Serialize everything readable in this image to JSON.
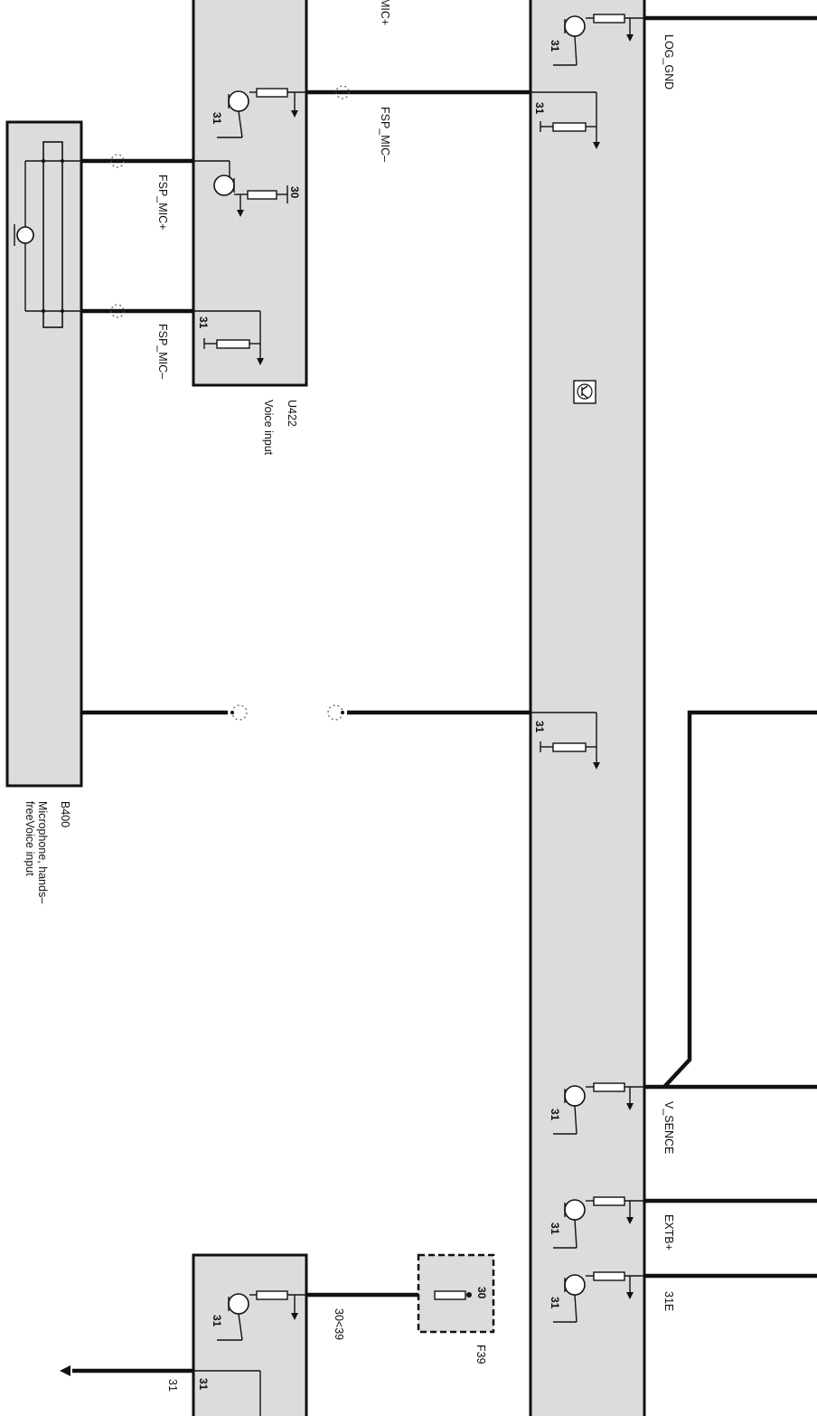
{
  "diagram": {
    "modules": {
      "b400": {
        "id": "B400",
        "name": "Microphone, hands–freeVoice input",
        "name_line1": "Microphone, hands–",
        "name_line2": "freeVoice input"
      },
      "u422": {
        "id": "U422",
        "name": "Voice input"
      },
      "f39": {
        "id": "F39",
        "pin_30": "30"
      }
    },
    "signals": {
      "mic_plus_top": "MIC+",
      "fsp_mic_minus_top": "FSP_MIC–",
      "fsp_mic_plus": "FSP_MIC+",
      "fsp_mic_minus": "FSP_MIC–",
      "log_gnd": "LOG_GND",
      "v_sence": "V_SENCE",
      "extb_plus": "EXTB+",
      "w31e": "31E",
      "w30_39": "30<39",
      "w31_bottom": "31"
    },
    "pins": {
      "p30": "30",
      "p31": "31"
    },
    "icons": {
      "main_module_symbol": "transistor-symbol-icon",
      "microphone": "microphone-icon"
    }
  }
}
